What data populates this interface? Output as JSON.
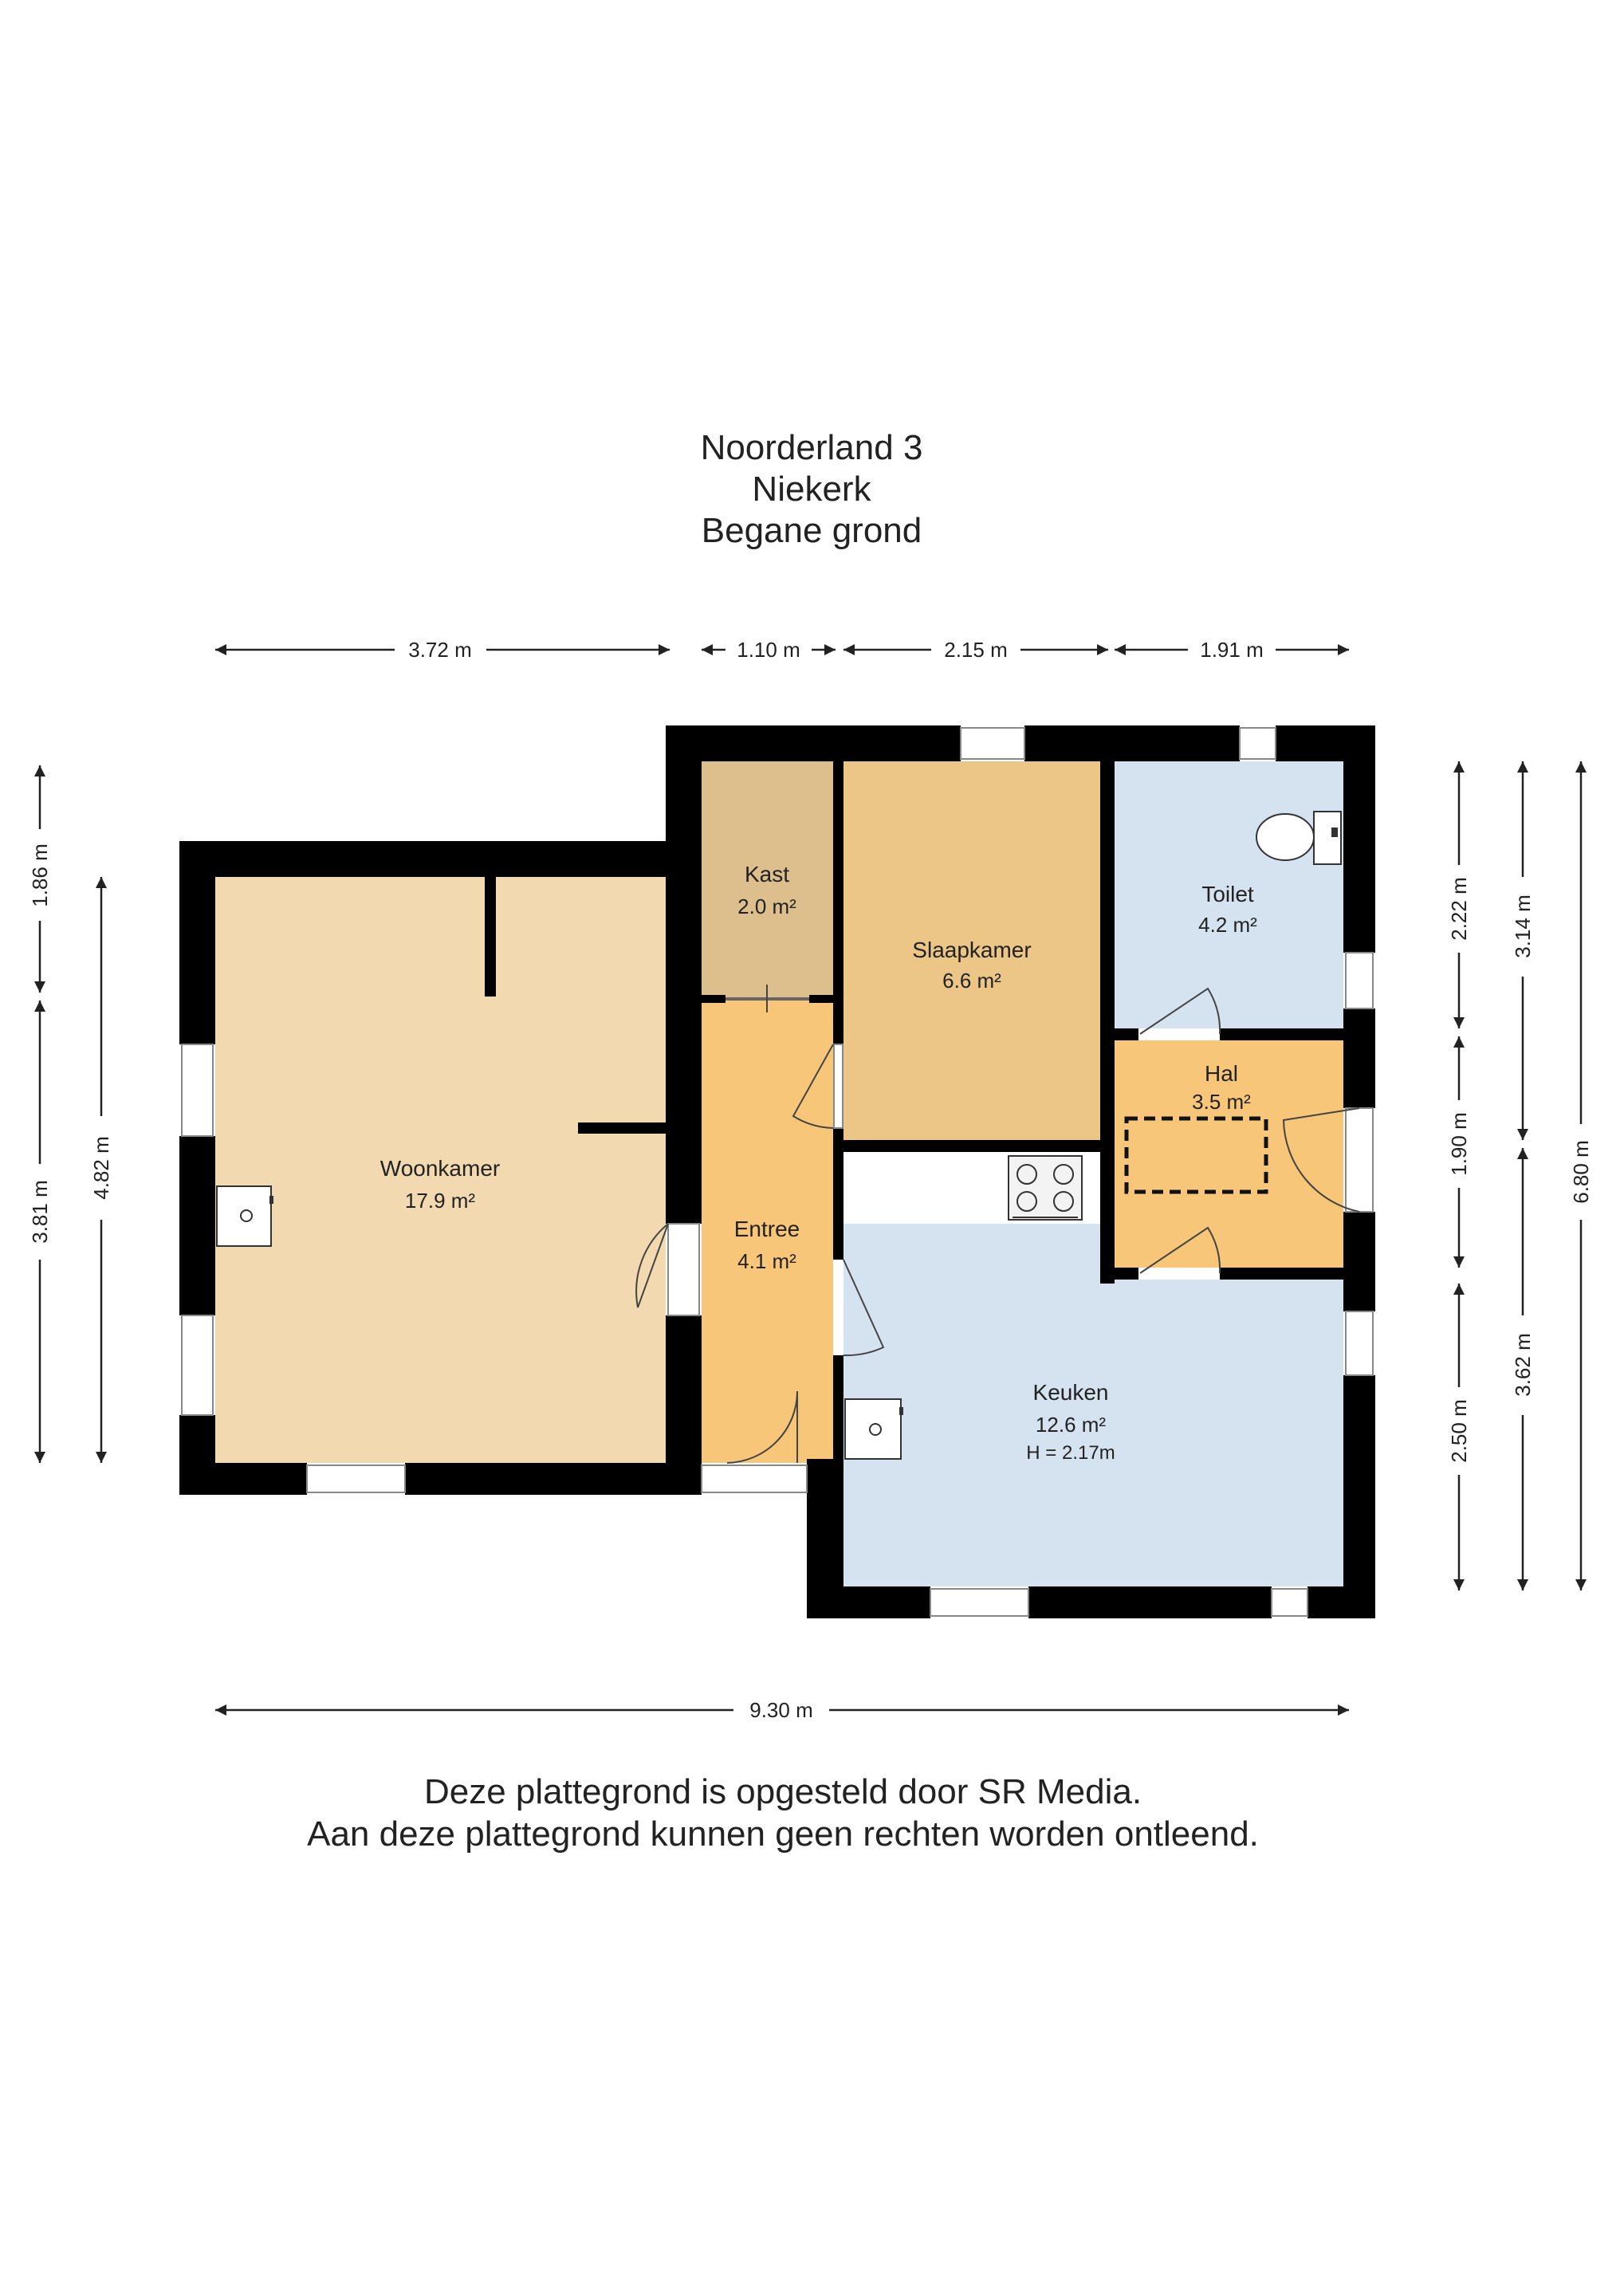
{
  "title": {
    "line1": "Noorderland 3",
    "line2": "Niekerk",
    "line3": "Begane grond"
  },
  "rooms": {
    "woonkamer": {
      "name": "Woonkamer",
      "area": "17.9 m²",
      "color": "#f2d9b0"
    },
    "kast": {
      "name": "Kast",
      "area": "2.0 m²",
      "color": "#ddbf8d"
    },
    "slaapkamer": {
      "name": "Slaapkamer",
      "area": "6.6 m²",
      "color": "#ecc686"
    },
    "toilet": {
      "name": "Toilet",
      "area": "4.2 m²",
      "color": "#d5e2ef"
    },
    "entree": {
      "name": "Entree",
      "area": "4.1 m²",
      "color": "#f8c679"
    },
    "hal": {
      "name": "Hal",
      "area": "3.5 m²",
      "color": "#f8c679"
    },
    "keuken": {
      "name": "Keuken",
      "area": "12.6 m²",
      "extra": "H = 2.17m",
      "color": "#d5e2ef"
    }
  },
  "dimensions": {
    "top": [
      "3.72 m",
      "1.10 m",
      "2.15 m",
      "1.91 m"
    ],
    "bottom": "9.30 m",
    "left_outer": [
      "1.86 m",
      "3.81 m"
    ],
    "left_inner": "4.82 m",
    "right_inner": [
      "2.22 m",
      "1.90 m",
      "2.50 m"
    ],
    "right_mid": [
      "3.14 m",
      "3.62 m"
    ],
    "right_outer": "6.80 m"
  },
  "footer": {
    "line1": "Deze plattegrond is opgesteld door SR Media.",
    "line2": "Aan deze plattegrond kunnen geen rechten worden ontleend."
  },
  "colors": {
    "wall": "#000000",
    "counter": "#ffffff"
  },
  "icons": [
    "stove-icon",
    "toilet-icon",
    "heater-icon",
    "stairs-icon"
  ]
}
